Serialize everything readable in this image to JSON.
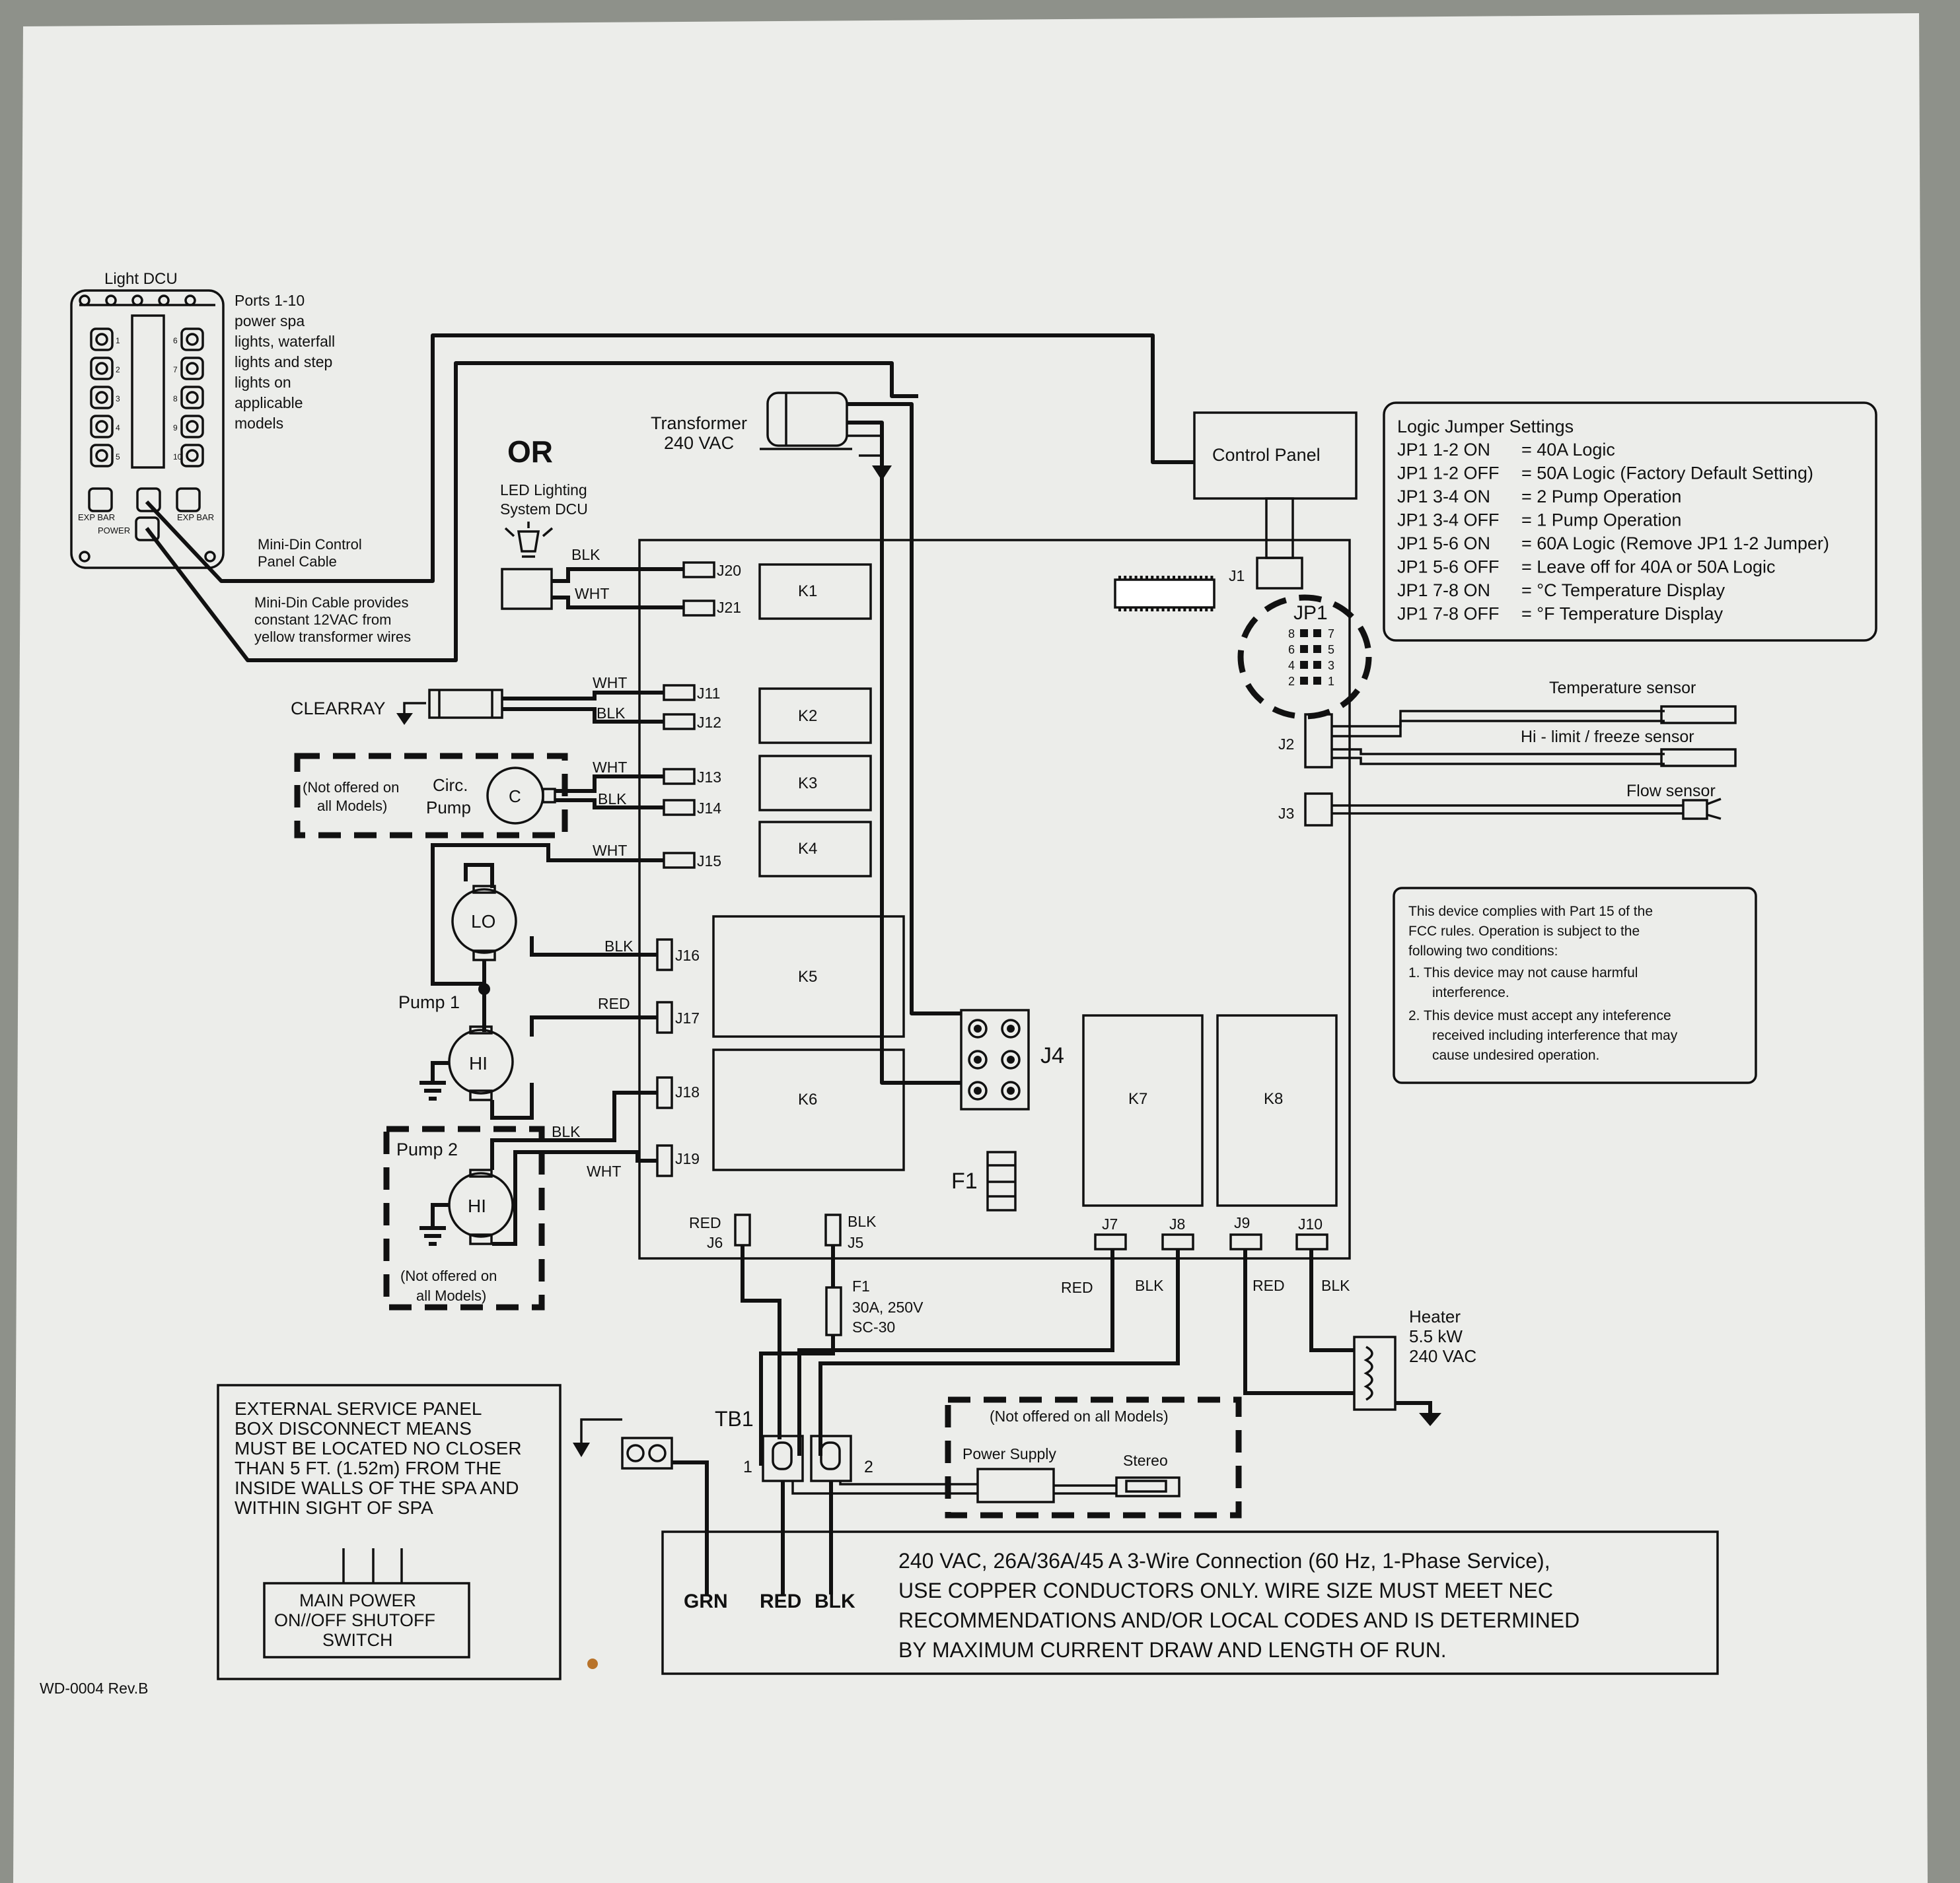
{
  "colors": {
    "panel": "#ecedea",
    "background": "#8e918a",
    "ink": "#111111",
    "rust": "#b8732a"
  },
  "light_dcu": {
    "title": "Light DCU",
    "port_numbers": [
      "1",
      "2",
      "3",
      "4",
      "5",
      "6",
      "7",
      "8",
      "9",
      "10"
    ],
    "exp_bar_left": "EXP BAR",
    "exp_bar_right": "EXP BAR",
    "power": "POWER",
    "desc": [
      "Ports 1-10",
      "power spa",
      "lights, waterfall",
      "lights and step",
      "lights on",
      "applicable",
      "models"
    ]
  },
  "minidin": {
    "control_cable": [
      "Mini-Din Control",
      "Panel Cable"
    ],
    "cable_note": [
      "Mini-Din Cable provides",
      "constant 12VAC from",
      "yellow transformer wires"
    ]
  },
  "or_label": "OR",
  "led_dcu": [
    "LED Lighting",
    "System DCU"
  ],
  "transformer": [
    "Transformer",
    "240 VAC"
  ],
  "control_panel": "Control Panel",
  "logic_jumpers": {
    "title": "Logic Jumper Settings",
    "rows": [
      {
        "jp": "JP1 1-2 ON",
        "val": "= 40A Logic"
      },
      {
        "jp": "JP1 1-2 OFF",
        "val": "= 50A Logic (Factory Default Setting)"
      },
      {
        "jp": "JP1 3-4 ON",
        "val": "= 2 Pump Operation"
      },
      {
        "jp": "JP1 3-4 OFF",
        "val": "= 1 Pump Operation"
      },
      {
        "jp": "JP1 5-6 ON",
        "val": "= 60A Logic (Remove JP1 1-2 Jumper)"
      },
      {
        "jp": "JP1 5-6 OFF",
        "val": "= Leave off for 40A or 50A Logic"
      },
      {
        "jp": "JP1 7-8 ON",
        "val": "= °C Temperature Display"
      },
      {
        "jp": "JP1 7-8 OFF",
        "val": "= °F Temperature Display"
      }
    ]
  },
  "jp1": {
    "label": "JP1",
    "pins_left": [
      "8",
      "6",
      "4",
      "2"
    ],
    "pins_right": [
      "7",
      "5",
      "3",
      "1"
    ]
  },
  "connectors": {
    "j1": "J1",
    "j2": "J2",
    "j3": "J3",
    "j4": "J4",
    "j5": "J5",
    "j6": "J6",
    "j7": "J7",
    "j8": "J8",
    "j9": "J9",
    "j10": "J10",
    "j11": "J11",
    "j12": "J12",
    "j13": "J13",
    "j14": "J14",
    "j15": "J15",
    "j16": "J16",
    "j17": "J17",
    "j18": "J18",
    "j19": "J19",
    "j20": "J20",
    "j21": "J21"
  },
  "relays": {
    "k1": "K1",
    "k2": "K2",
    "k3": "K3",
    "k4": "K4",
    "k5": "K5",
    "k6": "K6",
    "k7": "K7",
    "k8": "K8"
  },
  "fuse_board": "F1",
  "fuse": {
    "label": "F1",
    "rating": "30A, 250V",
    "type": "SC-30"
  },
  "sensors": {
    "temp": "Temperature sensor",
    "hilimit": "Hi - limit / freeze sensor",
    "flow": "Flow sensor"
  },
  "wires": {
    "blk": "BLK",
    "wht": "WHT",
    "red": "RED",
    "grn": "GRN"
  },
  "clearray": "CLEARRAY",
  "circ": {
    "note": [
      "(Not offered on",
      "all Models)"
    ],
    "name": [
      "Circ.",
      "Pump"
    ],
    "motor": "C"
  },
  "pump1": {
    "label": "Pump 1",
    "lo": "LO",
    "hi": "HI"
  },
  "pump2": {
    "label": "Pump 2",
    "hi": "HI",
    "note": [
      "(Not offered on",
      "all Models)"
    ]
  },
  "fcc": {
    "lines": [
      "This device complies with Part 15 of the",
      "FCC rules.  Operation is subject to the",
      "following two conditions:"
    ],
    "item1": [
      "1.  This device may not cause harmful",
      "interference."
    ],
    "item2": [
      "2.  This device must accept any inteference",
      "received including interference that may",
      "cause undesired operation."
    ]
  },
  "heater": [
    "Heater",
    "5.5 kW",
    "240 VAC"
  ],
  "tb1": {
    "label": "TB1",
    "t1": "1",
    "t2": "2"
  },
  "stereo_opt": {
    "note": "(Not offered on all Models)",
    "psu": "Power Supply",
    "stereo": "Stereo"
  },
  "service_panel": {
    "text": [
      "EXTERNAL SERVICE PANEL",
      "BOX DISCONNECT MEANS",
      "MUST BE LOCATED NO CLOSER",
      "THAN 5 FT. (1.52m) FROM THE",
      "INSIDE WALLS OF THE SPA AND",
      "WITHIN SIGHT OF SPA"
    ],
    "switch": [
      "MAIN POWER",
      "ON//OFF SHUTOFF",
      "SWITCH"
    ]
  },
  "supply": {
    "lines": [
      "240 VAC, 26A/36A/45 A 3-Wire Connection (60 Hz, 1-Phase Service),",
      "USE COPPER CONDUCTORS ONLY. WIRE SIZE MUST MEET NEC",
      "RECOMMENDATIONS AND/OR LOCAL CODES AND IS DETERMINED",
      "BY MAXIMUM CURRENT DRAW AND LENGTH OF RUN."
    ]
  },
  "doc_id": "WD-0004 Rev.B"
}
